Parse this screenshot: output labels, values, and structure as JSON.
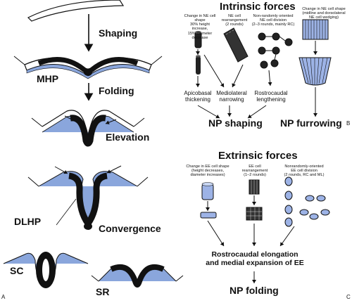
{
  "panel_a": {
    "steps": {
      "shaping": "Shaping",
      "folding": "Folding",
      "elevation": "Elevation",
      "convergence": "Convergence"
    },
    "labels": {
      "mhp": "MHP",
      "dlhp": "DLHP",
      "sc": "SC",
      "sr": "SR"
    },
    "panel_letter": "A"
  },
  "panel_b": {
    "title": "Intrinsic forces",
    "top_labels": [
      "Change in NE cell shape\n30% height increase,\n15% diameter decrease",
      "NE cell\nrearrangement\n(2 rounds)",
      "Non-randomly oriented\nNE cell division\n(2–3 rounds, mainly RC)",
      "Change in NE cell shape\n(midline and dorsolateral\nNE cell wedging)"
    ],
    "mid_labels": [
      "Apicobasal\nthickening",
      "Mediolateral\nnarrowing",
      "Rostrocaudal\nlengthening"
    ],
    "results": {
      "shaping": "NP shaping",
      "furrowing": "NP furrowing"
    },
    "panel_letter": "B"
  },
  "panel_c": {
    "title": "Extrinsic forces",
    "top_labels": [
      "Change in EE cell shape\n(height decreases,\ndiameter increases)",
      "EE cell\nrearrangement\n(1–2 rounds)",
      "Nonrandomly-oriented\nEE cell division\n(2 rounds, RC and ML)"
    ],
    "elongation": "Rostrocaudal elongation\nand medial expansion of EE",
    "result": "NP folding",
    "panel_letter": "C"
  },
  "colors": {
    "ink": "#111111",
    "ectoderm_blue": "#8aa6dc",
    "cell_blue": "#9db3e6"
  }
}
